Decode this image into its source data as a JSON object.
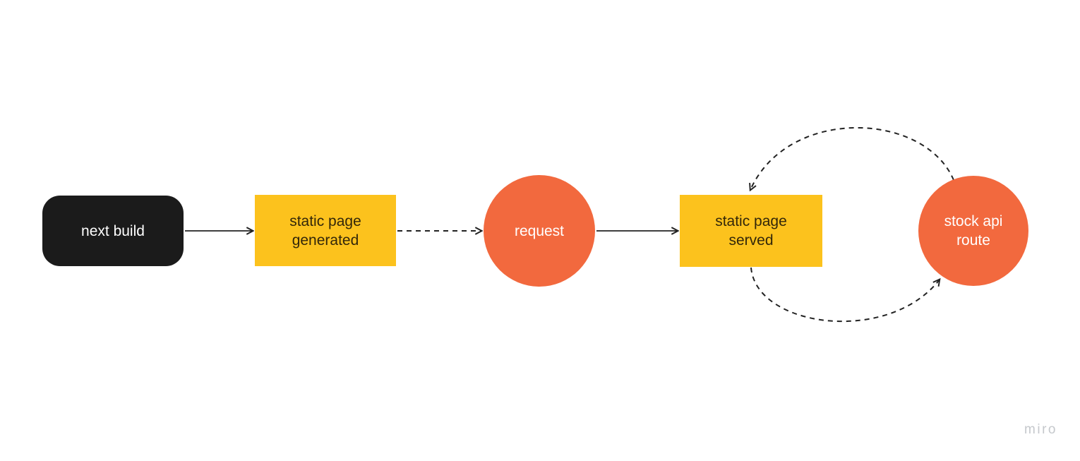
{
  "app": {
    "watermark": "miro"
  },
  "colors": {
    "canvas_background": "#ffffff",
    "black_node_fill": "#1b1b1b",
    "yellow_node_fill": "#fcc21d",
    "orange_node_fill": "#f2693e",
    "text_on_dark": "#ffffff",
    "text_on_yellow": "#33270a",
    "connector_stroke": "#222222",
    "watermark_color": "#c5c8cc"
  },
  "diagram": {
    "nodes": [
      {
        "id": "next-build",
        "shape": "rounded-rectangle",
        "fill": "#1b1b1b",
        "label": "next build"
      },
      {
        "id": "static-page-generated",
        "shape": "rectangle",
        "fill": "#fcc21d",
        "label": "static page\ngenerated"
      },
      {
        "id": "request",
        "shape": "circle",
        "fill": "#f2693e",
        "label": "request"
      },
      {
        "id": "static-page-served",
        "shape": "rectangle",
        "fill": "#fcc21d",
        "label": "static page\nserved"
      },
      {
        "id": "stock-api-route",
        "shape": "circle",
        "fill": "#f2693e",
        "label": "stock api\nroute"
      }
    ],
    "edges": [
      {
        "from": "next-build",
        "to": "static-page-generated",
        "line": "solid",
        "arrow": "end"
      },
      {
        "from": "static-page-generated",
        "to": "request",
        "line": "dashed",
        "arrow": "end"
      },
      {
        "from": "request",
        "to": "static-page-served",
        "line": "solid",
        "arrow": "end"
      },
      {
        "from": "stock-api-route",
        "to": "static-page-served",
        "line": "dashed",
        "curve": "arc-above",
        "arrow": "end"
      },
      {
        "from": "static-page-served",
        "to": "stock-api-route",
        "line": "dashed",
        "curve": "arc-below",
        "arrow": "end"
      }
    ]
  }
}
